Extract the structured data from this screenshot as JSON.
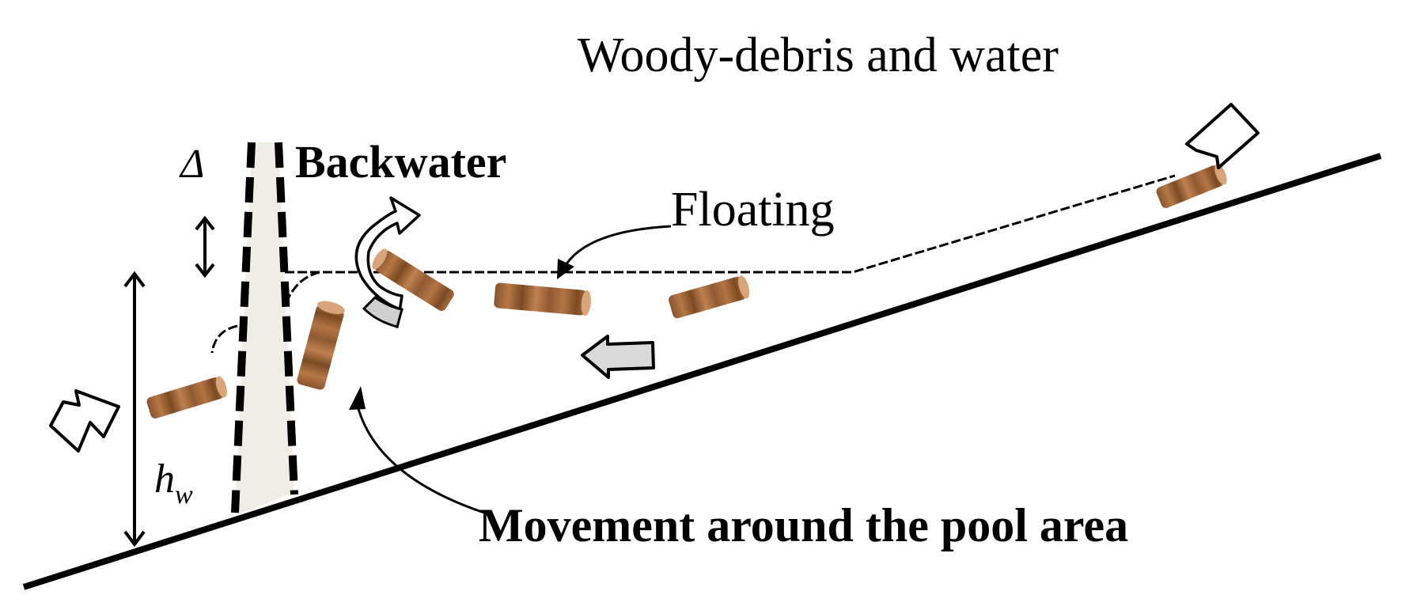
{
  "labels": {
    "title": "Woody-debris and water",
    "floating": "Floating",
    "backwater": "Backwater",
    "movement": "Movement around the pool area",
    "delta_symbol": "Δ",
    "height_symbol": "h",
    "height_subscript": "w"
  },
  "colors": {
    "log_dark": "#7a4a24",
    "log_mid": "#a86b3c",
    "log_light": "#c98e5c",
    "log_cap": "#d8a47a",
    "dam_fill": "#efede6",
    "gray_arrow": "#d9d9d9",
    "line": "#000000"
  }
}
